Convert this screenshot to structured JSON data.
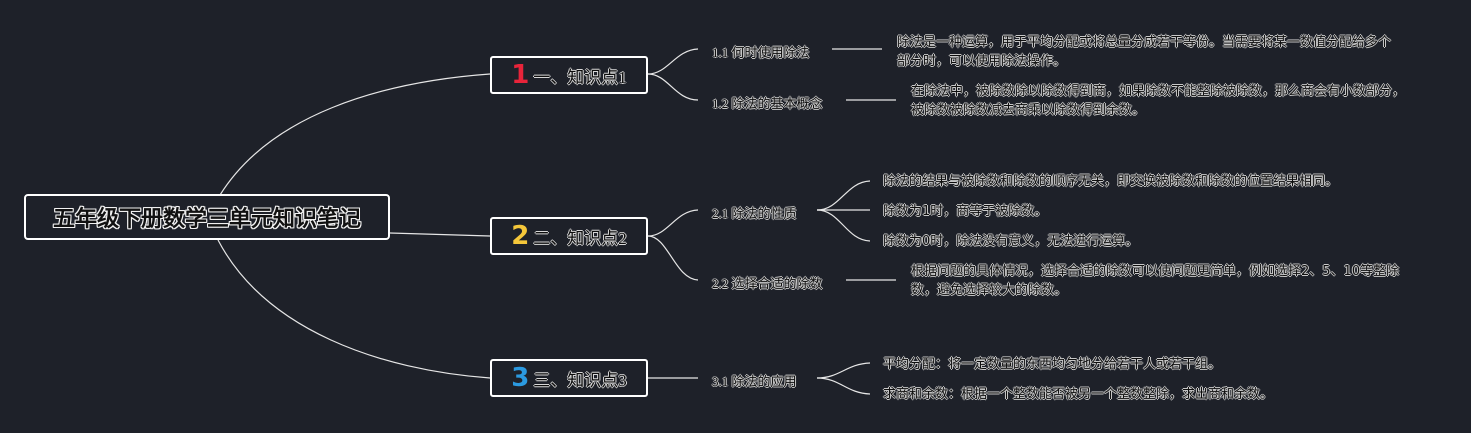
{
  "root": {
    "title": "五年级下册数学三单元知识笔记"
  },
  "colors": {
    "background": "#1e2129",
    "line": "#e6e6e6",
    "num1": "#e8243a",
    "num2": "#f5c73a",
    "num3": "#2b9ae0"
  },
  "topics": [
    {
      "number": "1",
      "label": "一、知识点1"
    },
    {
      "number": "2",
      "label": "二、知识点2"
    },
    {
      "number": "3",
      "label": "三、知识点3"
    }
  ],
  "subtopics": {
    "s11": "1.1 何时使用除法",
    "s12": "1.2 除法的基本概念",
    "s21": "2.1 除法的性质",
    "s22": "2.2 选择合适的除数",
    "s31": "3.1 除法的应用"
  },
  "leaves": {
    "l11": "除法是一种运算，用于平均分配或将总量分成若干等份。当需要将某一数值分配给多个部分时，可以使用除法操作。",
    "l12": "在除法中，被除数除以除数得到商，如果除数不能整除被除数，那么商会有小数部分，被除数被除数减去商乘以除数得到余数。",
    "l21a": "除法的结果与被除数和除数的顺序无关，即交换被除数和除数的位置结果相同。",
    "l21b": "除数为1时，商等于被除数。",
    "l21c": "除数为0时，除法没有意义，无法进行运算。",
    "l22": "根据问题的具体情况，选择合适的除数可以使问题更简单，例如选择2、5、10等整除数，避免选择较大的除数。",
    "l31a": "平均分配：将一定数量的东西均匀地分给若干人或若干组。",
    "l31b": "求商和余数：根据一个整数能否被另一个整数整除，求出商和余数。"
  }
}
